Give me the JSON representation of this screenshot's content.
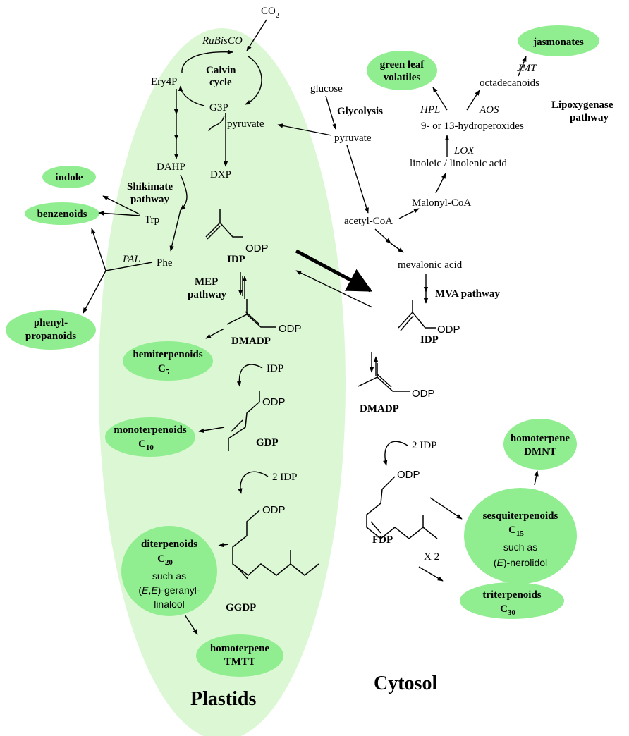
{
  "labels": {
    "co2": "CO",
    "co2_sub": "2",
    "rubisco": "RuBisCO",
    "calvin": "Calvin",
    "cycle": "cycle",
    "ery4p": "Ery4P",
    "g3p": "G3P",
    "glucose": "glucose",
    "glycolysis": "Glycolysis",
    "pyruvate_plastid": "pyruvate",
    "pyruvate_cytosol": "pyruvate",
    "dahp": "DAHP",
    "dxp": "DXP",
    "shikimate1": "Shikimate",
    "shikimate2": "pathway",
    "trp": "Trp",
    "phe": "Phe",
    "pal": "PAL",
    "idp_plastid": "IDP",
    "odp_idp_plastid": "ODP",
    "mep1": "MEP",
    "mep2": "pathway",
    "dmadp_plastid": "DMADP",
    "odp_dmadp_plastid": "ODP",
    "idp_reagent_1": "IDP",
    "gdp": "GDP",
    "odp_gdp": "ODP",
    "idp_reagent_2": "2 IDP",
    "ggdp": "GGDP",
    "odp_ggdp": "ODP",
    "acetyl_coa": "acetyl-CoA",
    "malonyl_coa": "Malonyl-CoA",
    "linoleic": "linoleic / linolenic acid",
    "lox": "LOX",
    "hydroperoxides": "9- or 13-hydroperoxides",
    "hpl": "HPL",
    "aos": "AOS",
    "octadecanoids": "octadecanoids",
    "jmt": "JMT",
    "lipox1": "Lipoxygenase",
    "lipox2": "pathway",
    "mevalonic": "mevalonic acid",
    "mva": "MVA pathway",
    "idp_cytosol": "IDP",
    "odp_idp_cytosol": "ODP",
    "dmadp_cytosol": "DMADP",
    "odp_dmadp_cytosol": "ODP",
    "idp_reagent_3": "2 IDP",
    "fdp": "FDP",
    "odp_fdp": "ODP",
    "x2": "X 2",
    "plastids": "Plastids",
    "cytosol": "Cytosol"
  },
  "products": {
    "indole": "indole",
    "benzenoids": "benzenoids",
    "phenyl1": "phenyl-",
    "phenyl2": "propanoids",
    "hemi": "hemiterpenoids",
    "hemi_c": "C",
    "hemi_sub": "5",
    "mono": "monoterpenoids",
    "mono_c": "C",
    "mono_sub": "10",
    "di": "diterpenoids",
    "di_c": "C",
    "di_sub": "20",
    "di_such": "such as",
    "di_ex1_p1": "(",
    "di_ex1_e1": "E",
    "di_ex1_comma": ",",
    "di_ex1_e2": "E",
    "di_ex1_p2": ")-geranyl-",
    "di_ex2": "linalool",
    "tmtt1": "homoterpene",
    "tmtt2": "TMTT",
    "glv1": "green leaf",
    "glv2": "volatiles",
    "jasmonates": "jasmonates",
    "dmnt1": "homoterpene",
    "dmnt2": "DMNT",
    "sesqui": "sesquiterpenoids",
    "sesqui_c": "C",
    "sesqui_sub": "15",
    "sesqui_such": "such as",
    "sesqui_ex_p1": "(",
    "sesqui_ex_e": "E",
    "sesqui_ex_p2": ")-nerolidol",
    "tri": "triterpenoids",
    "tri_c": "C",
    "tri_sub": "30"
  },
  "colors": {
    "plastid_fill": "#dcf7d4",
    "product_fill": "#90ee90",
    "ink": "#000000"
  }
}
